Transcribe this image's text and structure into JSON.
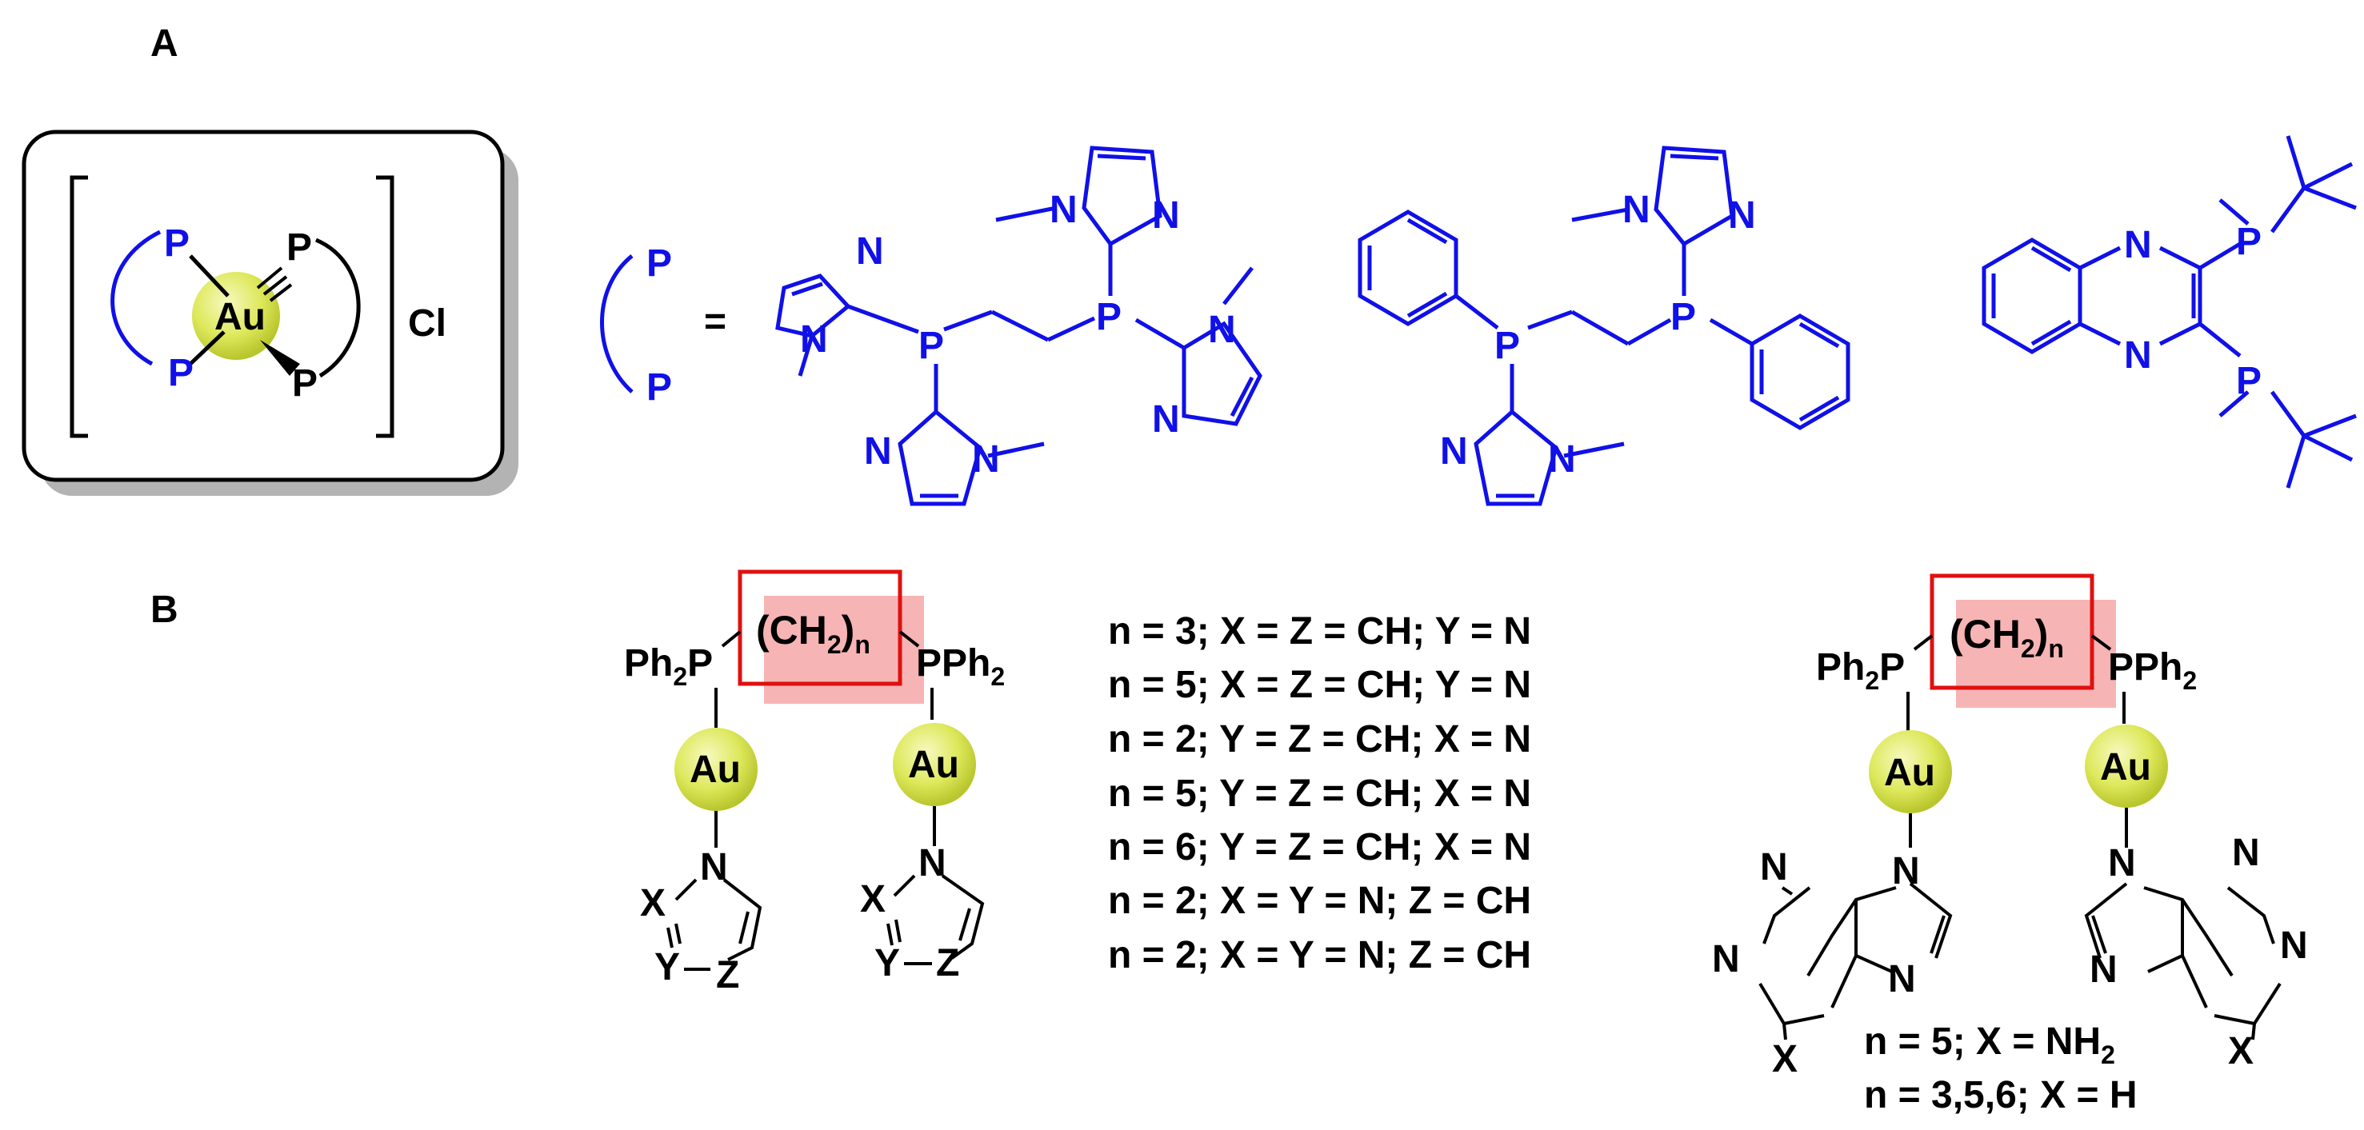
{
  "colors": {
    "ligand": "#1010e8",
    "bond": "#000000",
    "highlight": "#e01010",
    "highlight_shadow": "#f7b4b4",
    "gold": "#d9e64d"
  },
  "panel_a": {
    "label": "A",
    "metal": "Au",
    "phosphorus": "P",
    "counterion": "Cl",
    "equals": "=",
    "nitrogen": "N"
  },
  "panel_b": {
    "label": "B",
    "left": {
      "ph2p": "Ph",
      "ph2p_sub": "2",
      "p": "P",
      "pph2": "PPh",
      "pph2_sub": "2",
      "linker_open": "(CH",
      "linker_sub2": "2",
      "linker_close": ")",
      "linker_n": "n",
      "metal": "Au",
      "N": "N",
      "X": "X",
      "Y": "Y",
      "Z": "Z"
    },
    "conditions": [
      "n = 3; X = Z = CH; Y = N",
      "n = 5; X = Z = CH; Y = N",
      "n = 2; Y = Z = CH; X = N",
      "n = 5; Y = Z = CH; X = N",
      "n = 6; Y = Z = CH; X = N",
      "n = 2; X = Y = N; Z = CH",
      "n = 2; X = Y = N; Z = CH"
    ],
    "right": {
      "cond1": "n = 5; X = NH",
      "cond1_sub": "2",
      "cond2": "n = 3,5,6; X = H",
      "X": "X",
      "N": "N"
    }
  }
}
